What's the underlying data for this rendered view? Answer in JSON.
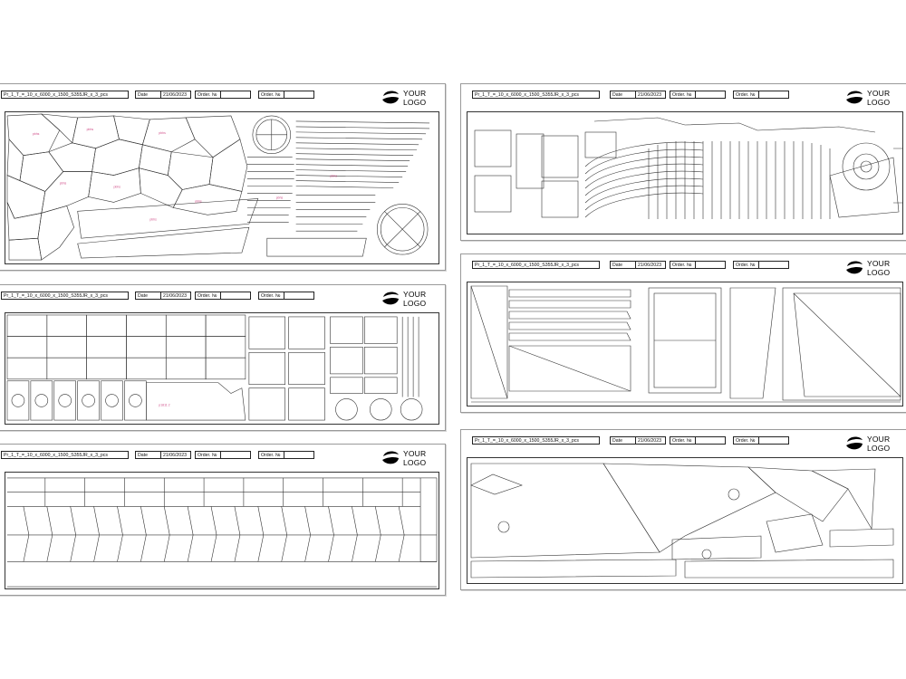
{
  "sheets": [
    {
      "file": "Pr_1_T_=_10_x_6000_x_1500_S355JR_x_3_pcs",
      "date_label": "Date",
      "date": "21/06/2023",
      "order_label": "Order. №",
      "order2_label": "Order. №",
      "logo_line1": "YOUR",
      "logo_line2": "LOGO"
    },
    {
      "file": "Pr_1_T_=_10_x_6000_x_1500_S355JR_x_3_pcs",
      "date_label": "Date",
      "date": "21/06/2023",
      "order_label": "Order. №",
      "order2_label": "Order. №",
      "logo_line1": "YOUR",
      "logo_line2": "LOGO"
    },
    {
      "file": "Pr_1_T_=_10_x_6000_x_1500_S355JR_x_3_pcs",
      "date_label": "Date",
      "date": "21/06/2023",
      "order_label": "Order. №",
      "order2_label": "Order. №",
      "logo_line1": "YOUR",
      "logo_line2": "LOGO"
    },
    {
      "file": "Pr_1_T_=_10_x_6000_x_1500_S355JR_x_3_pcs",
      "date_label": "Date",
      "date": "21/06/2023",
      "order_label": "Order. №",
      "order2_label": "Order. №",
      "logo_line1": "YOUR",
      "logo_line2": "LOGO"
    },
    {
      "file": "Pr_1_T_=_10_x_6000_x_1500_S355JR_x_3_pcs",
      "date_label": "Date",
      "date": "21/06/2023",
      "order_label": "Order. №",
      "order2_label": "Order. №",
      "logo_line1": "YOUR",
      "logo_line2": "LOGO"
    },
    {
      "file": "Pr_1_T_=_10_x_6000_x_1500_S355JR_x_3_pcs",
      "date_label": "Date",
      "date": "21/06/2023",
      "order_label": "Order. №",
      "order2_label": "Order. №",
      "logo_line1": "YOUR",
      "logo_line2": "LOGO"
    }
  ],
  "colors": {
    "line": "#333333",
    "label": "#d0508a",
    "label_blue": "#1a3fb0",
    "label_teal": "#12a08a"
  }
}
